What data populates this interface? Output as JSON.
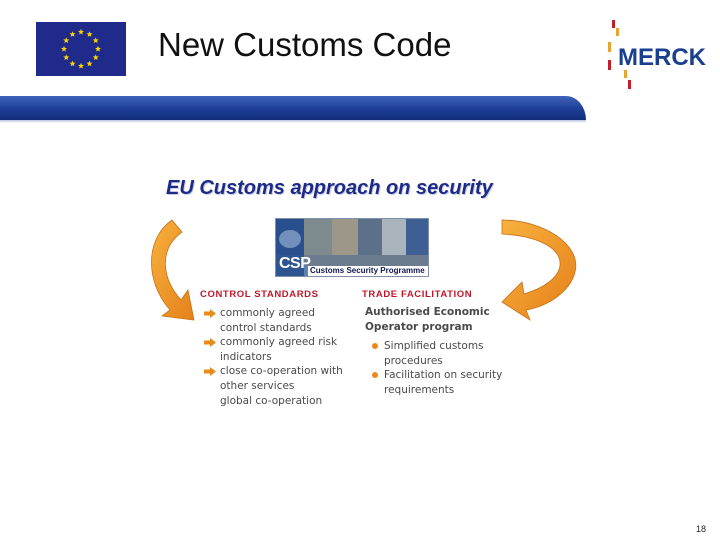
{
  "header": {
    "title": "New Customs Code",
    "logo_text": "MERCK",
    "eu_flag_icon": "eu-flag-icon"
  },
  "colors": {
    "flag_blue": "#1f2a8a",
    "flag_star": "#ffd700",
    "title_bar": "#1c3e96",
    "merck_blue": "#1a3f8f",
    "accent_orange": "#f0962a",
    "heading_red": "#c0182a"
  },
  "graphic": {
    "heading": "EU Customs approach on security",
    "csp_label": "CSP",
    "csp_caption": "Customs Security Programme",
    "left_column": {
      "heading": "CONTROL STANDARDS",
      "items": [
        {
          "text": "commonly agreed control standards",
          "bullet": "arrow-icon"
        },
        {
          "text": "commonly agreed risk indicators",
          "bullet": "arrow-icon"
        },
        {
          "text": "close co-operation with other services",
          "bullet": "arrow-icon"
        },
        {
          "text": "global co-operation",
          "bullet": ""
        }
      ]
    },
    "right_column": {
      "heading": "TRADE FACILITATION",
      "subheading": "Authorised Economic Operator program",
      "items": [
        {
          "text": "Simplified customs procedures"
        },
        {
          "text": "Facilitation on security requirements"
        }
      ]
    }
  },
  "footer": {
    "page_number": "18"
  }
}
